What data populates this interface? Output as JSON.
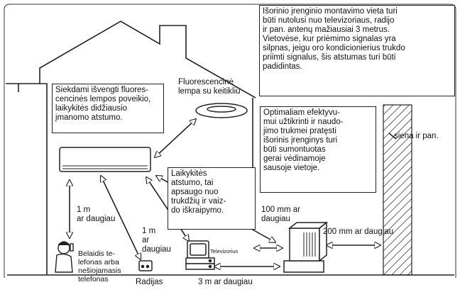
{
  "top_box": "Išorinio įrenginio montavimo vieta turi\nbūti nutolusi nuo televizoriaus, radijo\nir pan. antenų mažiausiai 3 metrus.\nVietovėse, kur priėmimo signalas yra\nsilpnas, jeigu oro kondicionierius trukdo\npriimti signalus, šis atstumas turi būti\npadidintas.",
  "fluor_box": "Siekdami išvengti fluores-\ncencinės lempos poveikio,\nlaikykitės didžiausio\nįmanomo atstumo.",
  "fluor_lamp_label": "Fluorescencinė\nlempa su keitikliu",
  "interference_box": "Laikykitės\natstumo, tai\napsaugo nuo\ntrukdžių ir vaiz-\ndo iškraipymo.",
  "optimal_box": "Optimaliam efektyvu-\nmui užtikrinti ir naudo-\njimo trukmei pratęsti\nišorinis įrenginys turi\nbūti sumontuotas\ngerai vėdinamoje\nsausoje vietoje.",
  "wall_label": "siena ir pan.",
  "dist_phone": "1 m\nar daugiau",
  "dist_radio": "1 m\nar\ndaugiau",
  "dist_100mm": "100 mm ar\ndaugiau",
  "dist_200mm": "200 mm ar daugiau",
  "dist_3m": "3 m ar daugiau",
  "phone_label": "Belaidis te-\nlefonas arba\nnešiojamasis\ntelefonas",
  "radio_label": "Radijas",
  "tv_label": "Televizorius"
}
